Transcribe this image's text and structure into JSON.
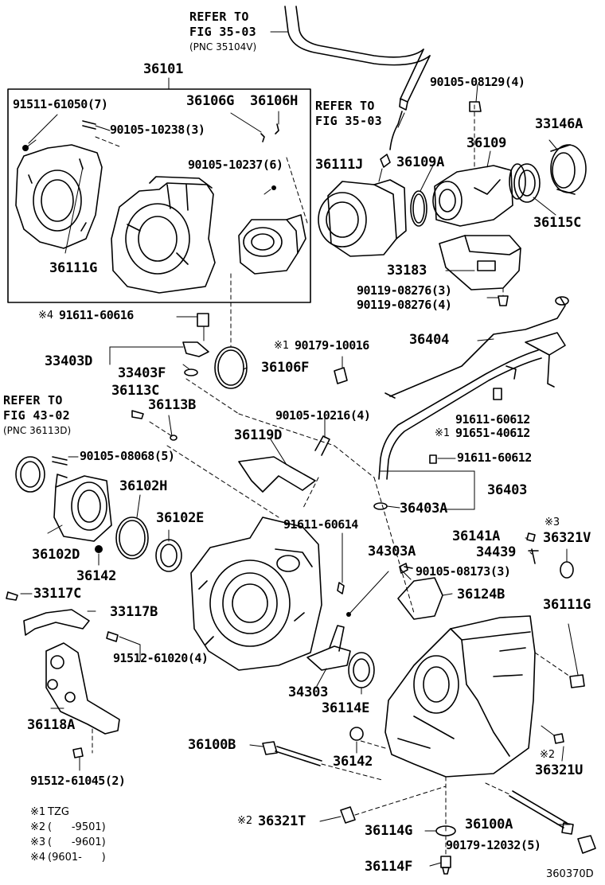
{
  "refs": {
    "fig35_top": {
      "line1": "REFER TO",
      "line2": "FIG 35-03",
      "line3": "(PNC 35104V)"
    },
    "fig35_right": {
      "line1": "REFER TO",
      "line2": "FIG 35-03"
    },
    "fig43": {
      "line1": "REFER TO",
      "line2": "FIG 43-02",
      "line3": "(PNC 36113D)"
    }
  },
  "group_label": "36101",
  "parts": {
    "p91511_61050": "91511-61050(7)",
    "p90105_10238": "90105-10238(3)",
    "p36106G": "36106G",
    "p36106H": "36106H",
    "p90105_10237": "90105-10237(6)",
    "p36111G_a": "36111G",
    "p91611_60616": "91611-60616",
    "p33403D": "33403D",
    "p33403F": "33403F",
    "p36106F": "36106F",
    "p90179_10016": "90179-10016",
    "p36113C": "36113C",
    "p36113B": "36113B",
    "p90105_10216": "90105-10216(4)",
    "p36119D": "36119D",
    "p90105_08068": "90105-08068(5)",
    "p36102H": "36102H",
    "p36102E": "36102E",
    "p36102D": "36102D",
    "p36142_a": "36142",
    "p33117C": "33117C",
    "p33117B": "33117B",
    "p91512_61020": "91512-61020(4)",
    "p36118A": "36118A",
    "p91512_61045": "91512-61045(2)",
    "p91611_60614": "91611-60614",
    "p34303A": "34303A",
    "p90105_08173": "90105-08173(3)",
    "p36124B": "36124B",
    "p34303": "34303",
    "p36114E": "36114E",
    "p36100B": "36100B",
    "p36142_b": "36142",
    "p36321T": "36321T",
    "p36114G": "36114G",
    "p36114F": "36114F",
    "p36100A": "36100A",
    "p90179_12032": "90179-12032(5)",
    "p36321U": "36321U",
    "p36111G_b": "36111G",
    "p36141A": "36141A",
    "p34439": "34439",
    "p36321V": "36321V",
    "p36403": "36403",
    "p36403A": "36403A",
    "p91611_60612_a": "91611-60612",
    "p91651_40612": "91651-40612",
    "p91611_60612_b": "91611-60612",
    "p36404": "36404",
    "p90119_08276_a": "90119-08276(3)",
    "p90119_08276_b": "90119-08276(4)",
    "p33183": "33183",
    "p36111J": "36111J",
    "p36109A": "36109A",
    "p36109": "36109",
    "p33146A": "33146A",
    "p36115C": "36115C",
    "p90105_08129": "90105-08129(4)"
  },
  "markers": {
    "m1_91651": "※1",
    "m1_90179": "※1",
    "m4_91611": "※4",
    "m3_36321V": "※3",
    "m2_36321U": "※2",
    "m2_36321T": "※2"
  },
  "notes": [
    {
      "mark": "※1",
      "text": "TZG"
    },
    {
      "mark": "※2",
      "text": "(      -9501)"
    },
    {
      "mark": "※3",
      "text": "(      -9601)"
    },
    {
      "mark": "※4",
      "text": "(9601-      )"
    }
  ],
  "figure_id": "360370D"
}
